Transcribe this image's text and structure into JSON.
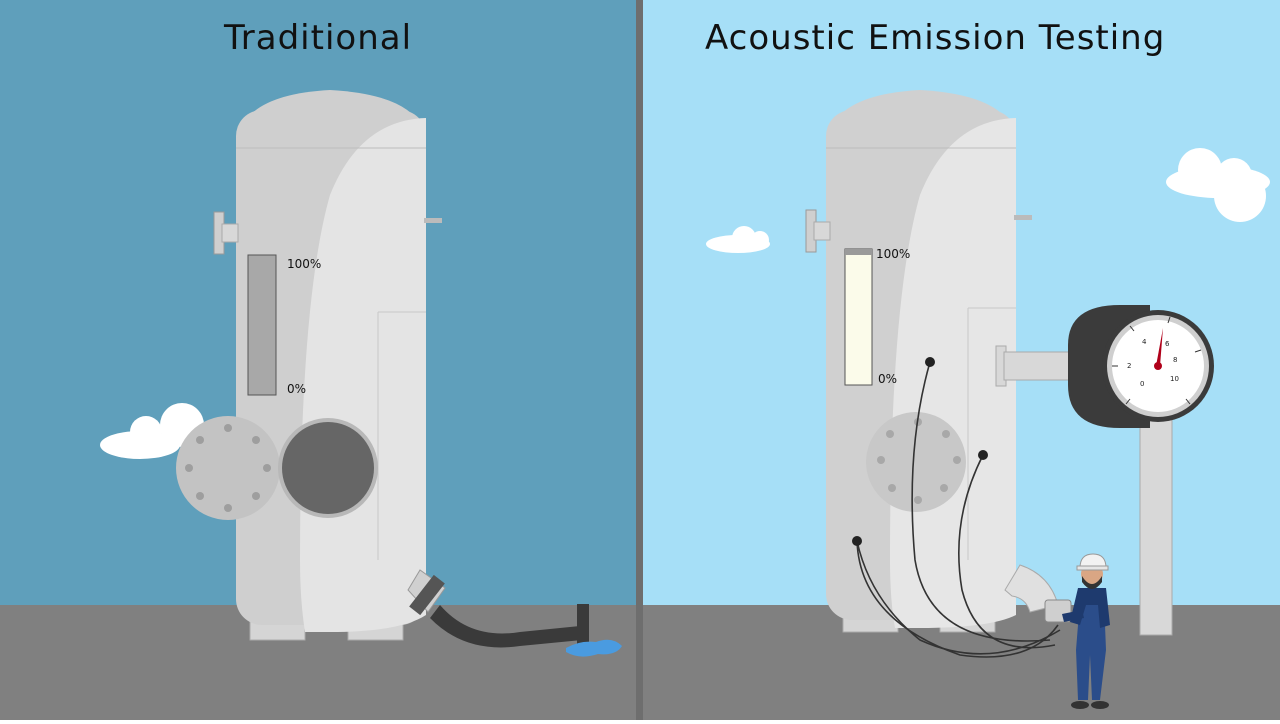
{
  "panels": {
    "left": {
      "title": "Traditional",
      "level_gauge": {
        "top_label": "100%",
        "bottom_label": "0%",
        "fill_level": 0
      }
    },
    "right": {
      "title": "Acoustic Emission Testing",
      "level_gauge": {
        "top_label": "100%",
        "bottom_label": "0%",
        "fill_level": 1
      },
      "pressure_gauge": {
        "ticks": [
          "0",
          "2",
          "4",
          "6",
          "8",
          "10"
        ]
      }
    }
  },
  "colors": {
    "left_sky": "#5f9fbb",
    "right_sky": "#a6dff7",
    "ground": "#808080",
    "vessel": "#e0e0e0",
    "water": "#4a9be0",
    "needle": "#b0001a"
  },
  "icons": [
    "cloud-icon",
    "water-puddle-icon",
    "worker-icon",
    "pressure-gauge-icon",
    "sensor-icon"
  ]
}
